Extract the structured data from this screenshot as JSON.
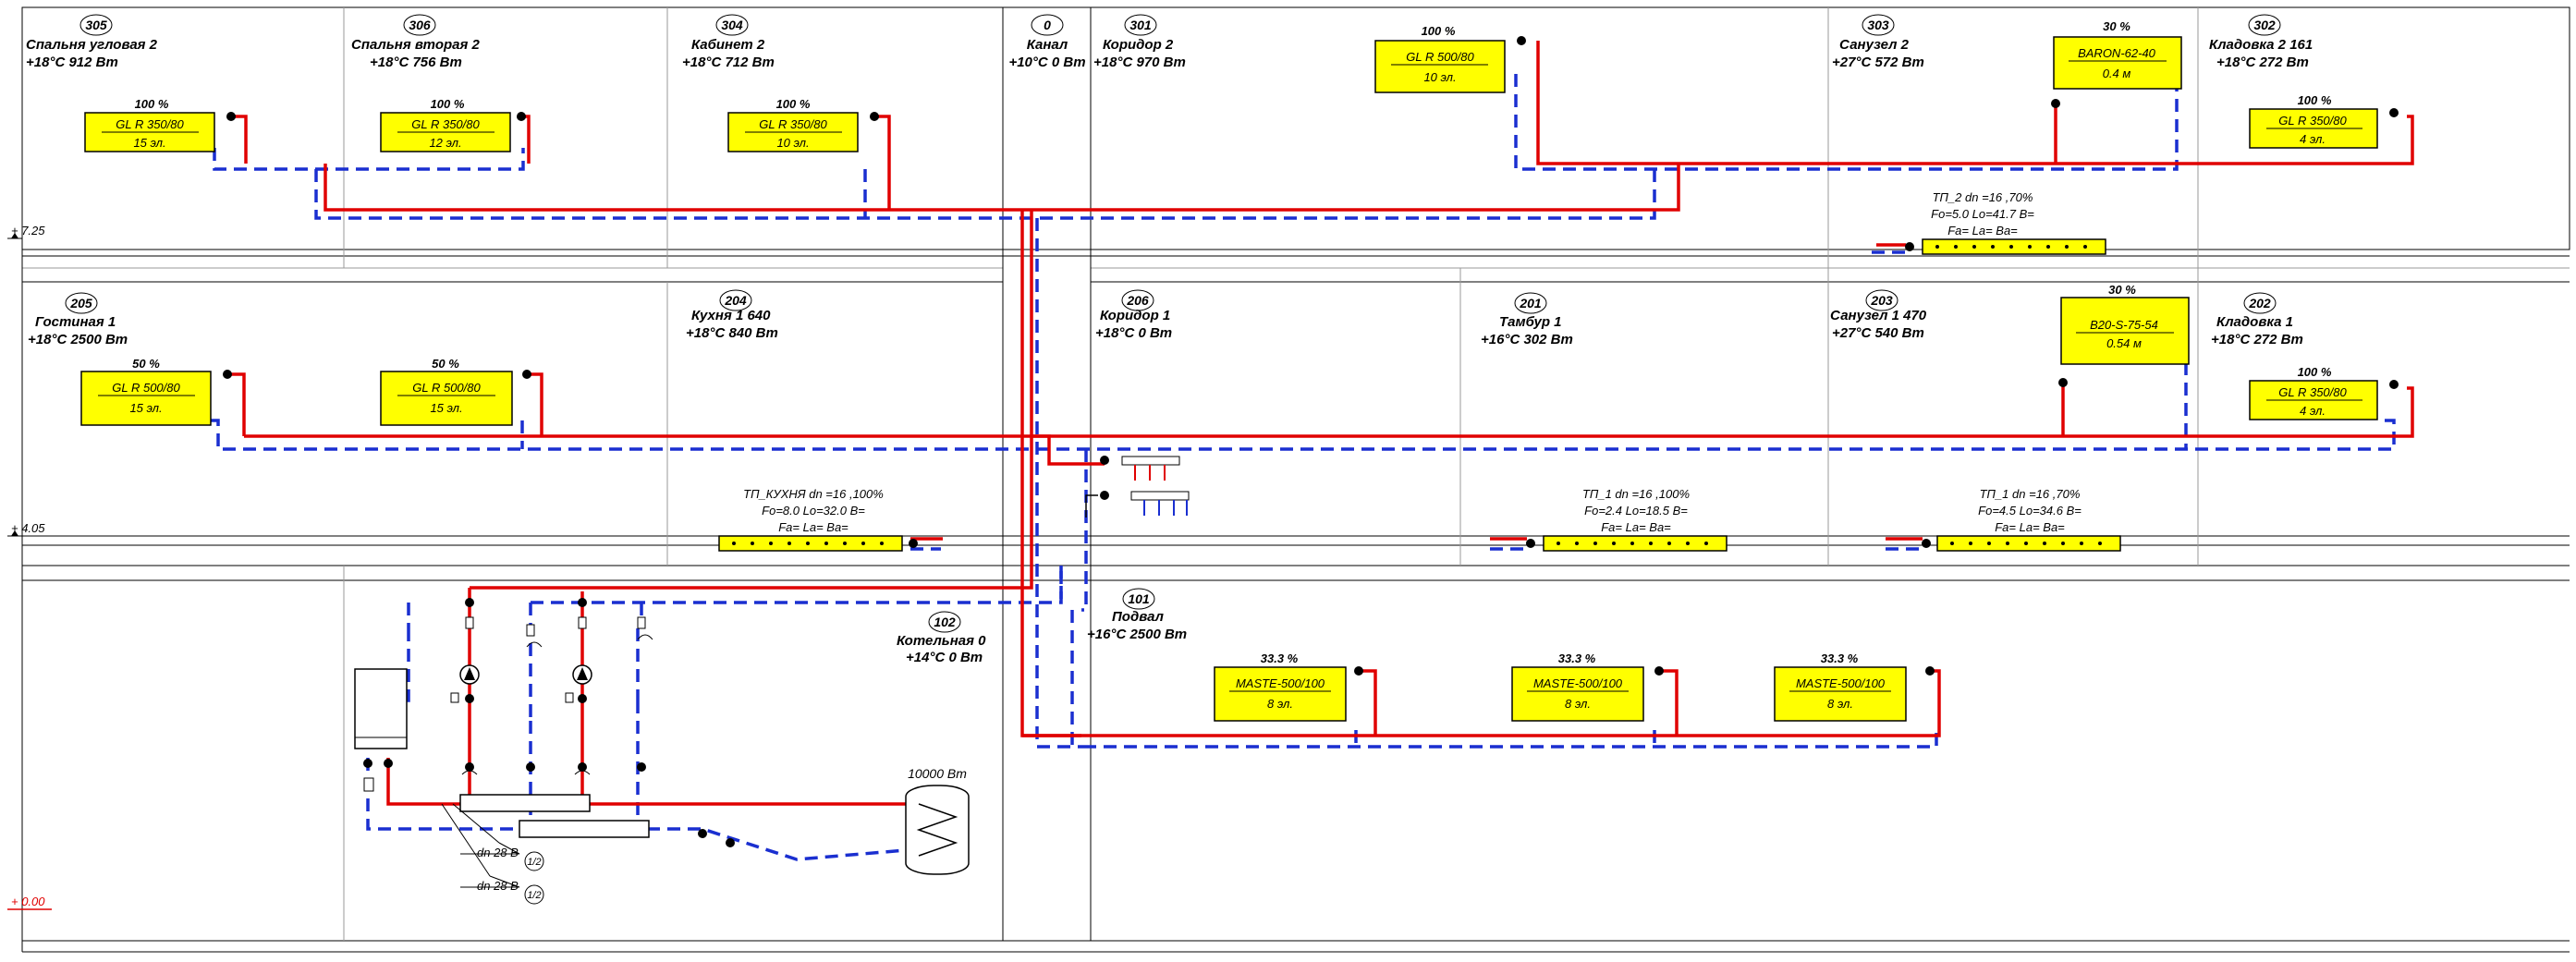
{
  "rooms": [
    {
      "num": "305",
      "name": "Спальня угловая 2",
      "info": "+18°C 912 Вт"
    },
    {
      "num": "306",
      "name": "Спальня вторая 2",
      "info": "+18°C 756 Вт"
    },
    {
      "num": "304",
      "name": "Кабинет 2",
      "info": "+18°C 712 Вт"
    },
    {
      "num": "0",
      "name": "Канал",
      "info": "+10°C 0 Вт"
    },
    {
      "num": "301",
      "name": "Коридор 2",
      "info": "+18°C 970 Вт"
    },
    {
      "num": "303",
      "name": "Санузел 2",
      "info": "+27°C 572 Вт"
    },
    {
      "num": "302",
      "name": "Кладовка 2 161",
      "info": "+18°C 272 Вт"
    },
    {
      "num": "205",
      "name": "Гостиная 1",
      "info": "+18°C 2500 Вт"
    },
    {
      "num": "204",
      "name": "Кухня 1 640",
      "info": "+18°C 840 Вт"
    },
    {
      "num": "206",
      "name": "Коридор 1",
      "info": "+18°C 0 Вт"
    },
    {
      "num": "201",
      "name": "Тамбур 1",
      "info": "+16°C 302 Вт"
    },
    {
      "num": "203",
      "name": "Санузел 1 470",
      "info": "+27°C 540 Вт"
    },
    {
      "num": "202",
      "name": "Кладовка 1",
      "info": "+18°C 272 Вт"
    },
    {
      "num": "101",
      "name": "Подвал",
      "info": "+16°C 2500 Вт"
    },
    {
      "num": "102",
      "name": "Котельная 0",
      "info": "+14°C 0 Вт"
    }
  ],
  "radiators": [
    {
      "pct": "100 %",
      "model": "GL R 350/80",
      "sec": "15 эл."
    },
    {
      "pct": "100 %",
      "model": "GL R 350/80",
      "sec": "12 эл."
    },
    {
      "pct": "100 %",
      "model": "GL R 350/80",
      "sec": "10 эл."
    },
    {
      "pct": "100 %",
      "model": "GL R 500/80",
      "sec": "10 эл."
    },
    {
      "pct": "30 %",
      "model": "BARON-62-40",
      "sec": "0.4 м"
    },
    {
      "pct": "100 %",
      "model": "GL R 350/80",
      "sec": "4 эл."
    },
    {
      "pct": "50 %",
      "model": "GL R 500/80",
      "sec": "15 эл."
    },
    {
      "pct": "50 %",
      "model": "GL R 500/80",
      "sec": "15 эл."
    },
    {
      "pct": "30 %",
      "model": "B20-S-75-54",
      "sec": "0.54 м"
    },
    {
      "pct": "100 %",
      "model": "GL R 350/80",
      "sec": "4 эл."
    },
    {
      "pct": "33.3 %",
      "model": "MASTE-500/100",
      "sec": "8 эл."
    },
    {
      "pct": "33.3 %",
      "model": "MASTE-500/100",
      "sec": "8 эл."
    },
    {
      "pct": "33.3 %",
      "model": "MASTE-500/100",
      "sec": "8 эл."
    }
  ],
  "floor_loops": [
    {
      "line1": "ТП_2 dn =16   ,70%",
      "line2": "Fo=5.0 Lo=41.7 B=",
      "line3": "Fa= La= Ba="
    },
    {
      "line1": "ТП_КУХНЯ dn =16   ,100%",
      "line2": "Fo=8.0 Lo=32.0 B=",
      "line3": "Fa= La= Ba="
    },
    {
      "line1": "ТП_1 dn =16   ,100%",
      "line2": "Fo=2.4 Lo=18.5 B=",
      "line3": "Fa= La= Ba="
    },
    {
      "line1": "ТП_1 dn =16   ,70%",
      "line2": "Fo=4.5 Lo=34.6 B=",
      "line3": "Fa= La= Ba="
    }
  ],
  "levels": [
    "+ 7.25",
    "+ 4.05",
    "+ 0.00"
  ],
  "boiler_room": {
    "tank": "10000 Вт",
    "pipe1": "dn 28 В",
    "pipe1_tag": "1/2",
    "pipe2": "dn 28 В",
    "pipe2_tag": "1/2"
  },
  "colors": {
    "supply": "#e00000",
    "return": "#1a2fd0",
    "radiator": "#ffff00",
    "level_mark": "#e00000"
  }
}
